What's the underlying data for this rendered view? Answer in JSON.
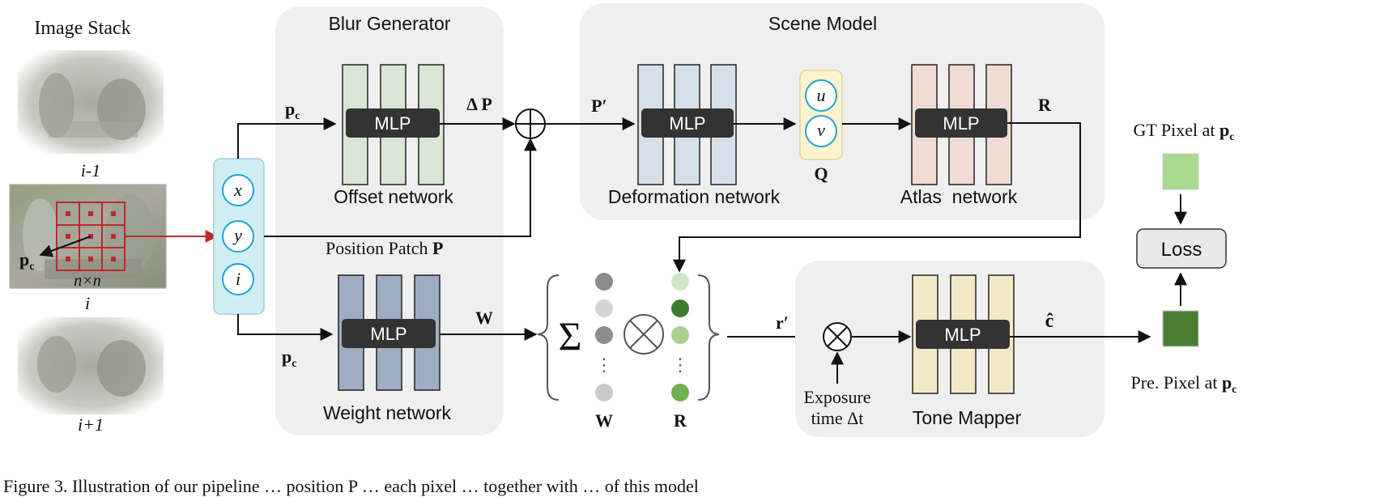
{
  "image_stack": {
    "title": "Image Stack",
    "label_prev": "i-1",
    "label_cur": "i",
    "label_next": "i+1",
    "label_pc": "p",
    "label_pc_sub": "c",
    "label_nxn": "n×n"
  },
  "input_box": {
    "x": "x",
    "y": "y",
    "i": "i"
  },
  "blur_generator": {
    "title": "Blur Generator",
    "offset_network": "Offset network",
    "weight_network": "Weight network",
    "mlp": "MLP",
    "delta_p": "Δ P",
    "position_patch": "Position Patch ",
    "position_patch_bold": "P",
    "w": "W"
  },
  "scene_model": {
    "title": "Scene Model",
    "deformation_network": "Deformation network",
    "atlas_network": "Atlas  network",
    "mlp": "MLP",
    "p_prime": "P′",
    "u": "u",
    "v": "v",
    "q": "Q",
    "r": "R"
  },
  "weighted_sum": {
    "sigma": "Σ",
    "w_label": "W",
    "r_label": "R",
    "dots": "⋮",
    "r_prime": "r′"
  },
  "tone_mapper": {
    "title": "Tone Mapper",
    "mlp": "MLP",
    "c_hat": "ĉ",
    "exposure_line1": "Exposure",
    "exposure_line2": "time Δt"
  },
  "output": {
    "gt_pixel": "GT Pixel at ",
    "pre_pixel": "Pre. Pixel at ",
    "loss": "Loss",
    "pc": "p",
    "pc_sub": "c"
  },
  "caption": "Figure 3. Illustration of our pipeline … position P … each pixel … together with … of this model",
  "colors": {
    "offset_mlp": "#d8e6d3",
    "deform_mlp": "#d5e1ea",
    "atlas_mlp": "#f0dcd2",
    "weight_mlp": "#9fadc2",
    "tone_mlp": "#f3e8c8",
    "input_box": "#cfeef4",
    "q_box": "#fdf3cf",
    "gt_pixel": "#a9d98f",
    "pre_pixel": "#4a7f32",
    "grid_red": "#c0282d",
    "circle_blue": "#1fa3d8"
  }
}
